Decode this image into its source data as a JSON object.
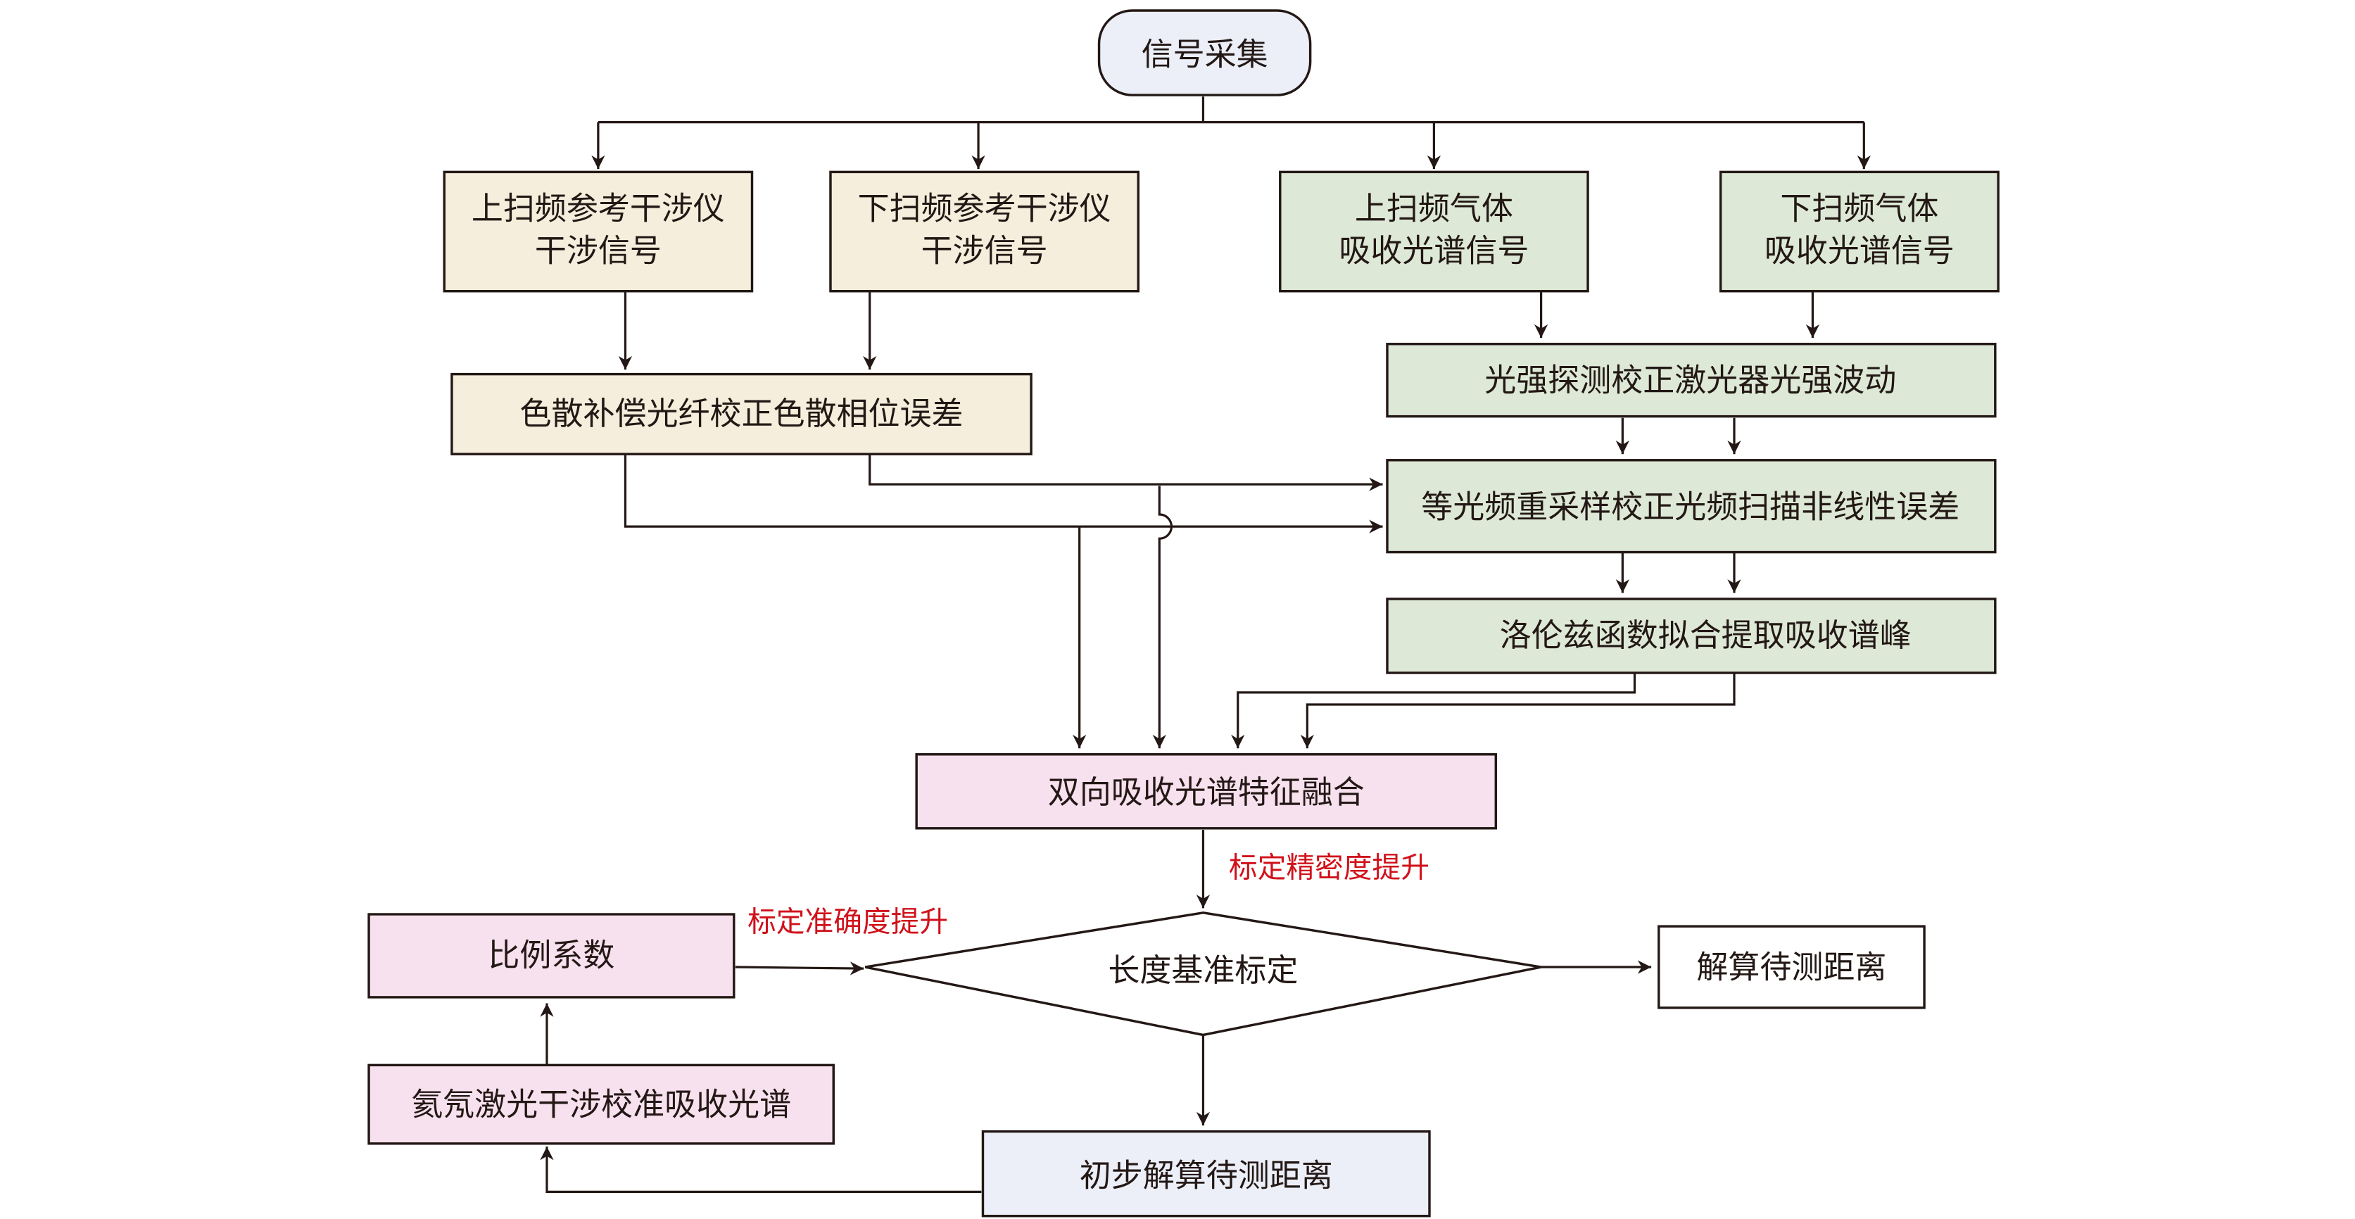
{
  "colors": {
    "start": "#ECEFF8",
    "reference": "#F6EEDC",
    "gas": "#DDE9D6",
    "fusion": "#F8E1EE",
    "result": "#FFFFFF",
    "annotation": "#D0121B",
    "line": "#231815"
  },
  "nodes": {
    "signal_acquisition": "信号采集",
    "up_ref_line1": "上扫频参考干涉仪",
    "up_ref_line2": "干涉信号",
    "down_ref_line1": "下扫频参考干涉仪",
    "down_ref_line2": "干涉信号",
    "up_gas_line1": "上扫频气体",
    "up_gas_line2": "吸收光谱信号",
    "down_gas_line1": "下扫频气体",
    "down_gas_line2": "吸收光谱信号",
    "dispersion": "色散补偿光纤校正色散相位误差",
    "intensity": "光强探测校正激光器光强波动",
    "resample": "等光频重采样校正光频扫描非线性误差",
    "lorentz": "洛伦兹函数拟合提取吸收谱峰",
    "fusion": "双向吸收光谱特征融合",
    "calibration": "长度基准标定",
    "solve_distance": "解算待测距离",
    "ratio": "比例系数",
    "hene": "氦氖激光干涉校准吸收光谱",
    "preliminary": "初步解算待测距离"
  },
  "annotations": {
    "precision": "标定精密度提升",
    "accuracy": "标定准确度提升"
  }
}
